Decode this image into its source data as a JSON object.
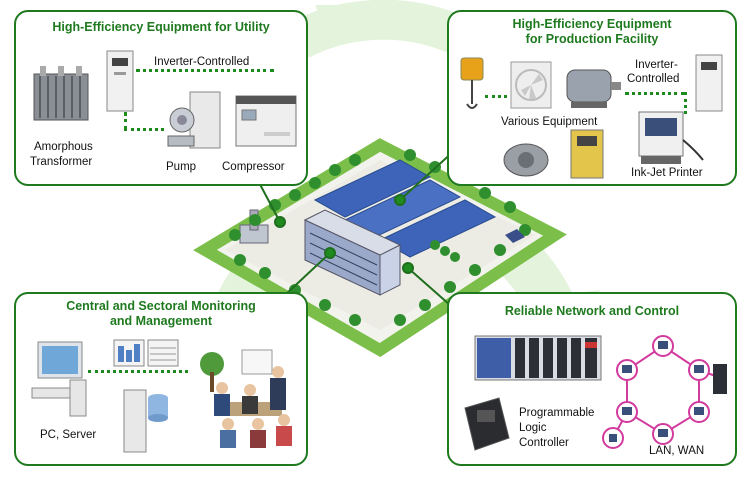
{
  "panels": {
    "utility": {
      "title": "High-Efficiency Equipment for Utility",
      "inverter_label": "Inverter-Controlled",
      "transformer_line1": "Amorphous",
      "transformer_line2": "Transformer",
      "pump_label": "Pump",
      "compressor_label": "Compressor"
    },
    "production": {
      "title_line1": "High-Efficiency Equipment",
      "title_line2": "for Production Facility",
      "inverter_line1": "Inverter-",
      "inverter_line2": "Controlled",
      "various_label": "Various Equipment",
      "printer_label": "Ink-Jet Printer"
    },
    "monitoring": {
      "title_line1": "Central and Sectoral Monitoring",
      "title_line2": "and Management",
      "pc_label": "PC, Server"
    },
    "network": {
      "title": "Reliable Network and Control",
      "plc_line1": "Programmable",
      "plc_line2": "Logic",
      "plc_line3": "Controller",
      "lan_label": "LAN, WAN"
    }
  },
  "colors": {
    "border_green": "#1f7a1f",
    "dotted_green": "#1c8a1c",
    "arrow_green": "#dff2d6",
    "pink_node": "#d23a9e"
  }
}
